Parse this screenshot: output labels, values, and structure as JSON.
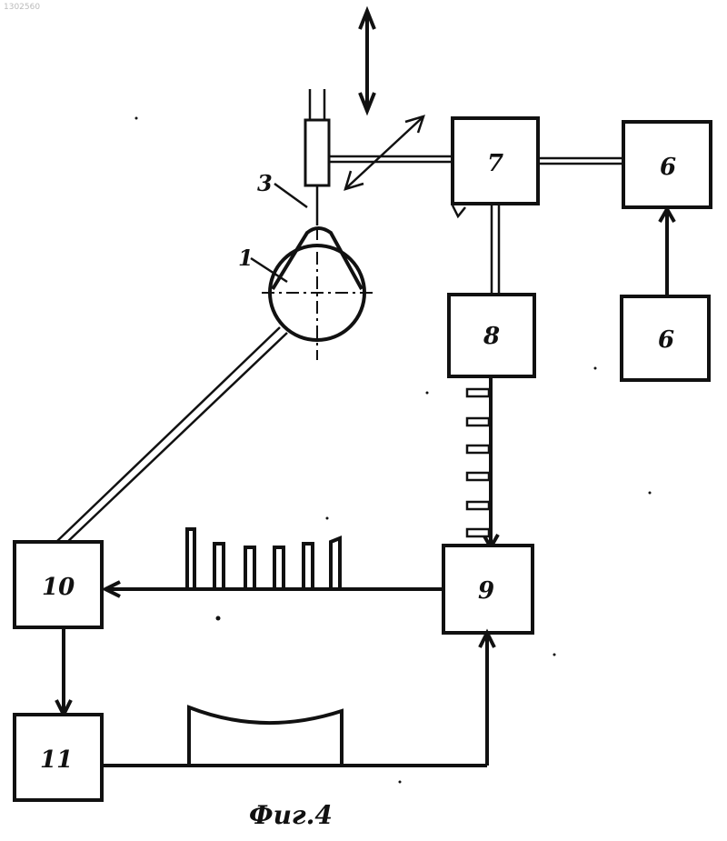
{
  "header": {
    "patent_id": "1302560"
  },
  "blocks": {
    "b7": "7",
    "b6_top": "6",
    "b6_bottom": "6",
    "b8": "8",
    "b9": "9",
    "b10": "10",
    "b11": "11"
  },
  "labels": {
    "part1": "1",
    "part3": "3"
  },
  "caption": "Фиг.4"
}
